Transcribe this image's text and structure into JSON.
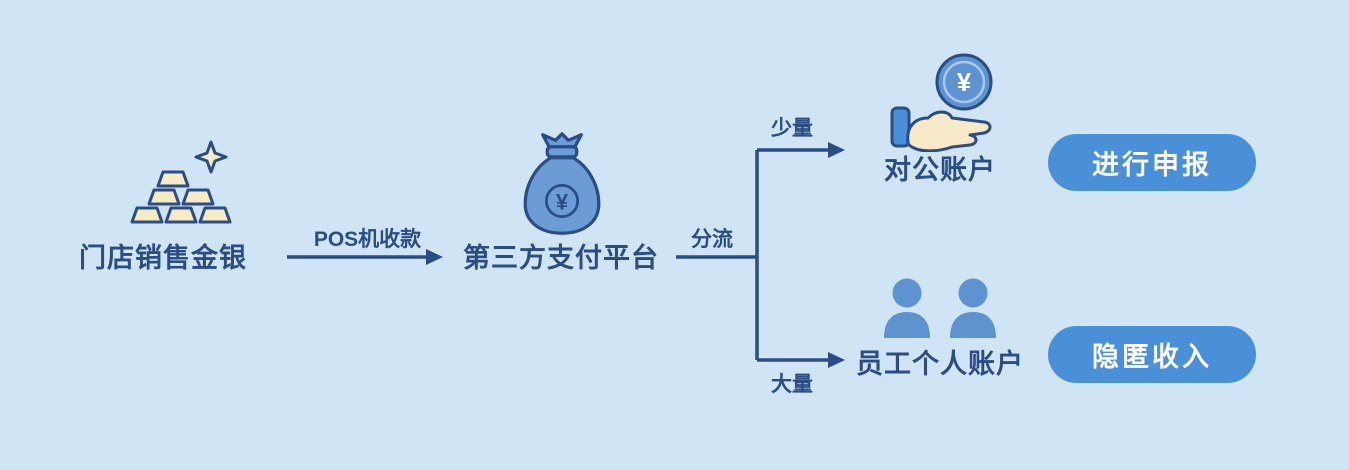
{
  "palette": {
    "background": "#cfe5f6",
    "navy": "#2b4c84",
    "icon_blue": "#5f93d0",
    "bag_blue": "#6b9cd6",
    "pill_blue": "#4a90d8",
    "cream": "#f7ecc6",
    "white": "#ffffff"
  },
  "nodes": {
    "store": {
      "label": "门店销售金银"
    },
    "platform": {
      "label": "第三方支付平台"
    },
    "corporate": {
      "label": "对公账户"
    },
    "employee": {
      "label": "员工个人账户"
    }
  },
  "edges": {
    "pos": {
      "label": "POS机收款"
    },
    "split": {
      "label": "分流"
    },
    "small": {
      "label": "少量"
    },
    "large": {
      "label": "大量"
    }
  },
  "badges": {
    "declare": {
      "label": "进行申报"
    },
    "hidden": {
      "label": "隐匿收入"
    }
  },
  "icons": {
    "bag_currency": "¥",
    "coin_currency": "¥"
  }
}
